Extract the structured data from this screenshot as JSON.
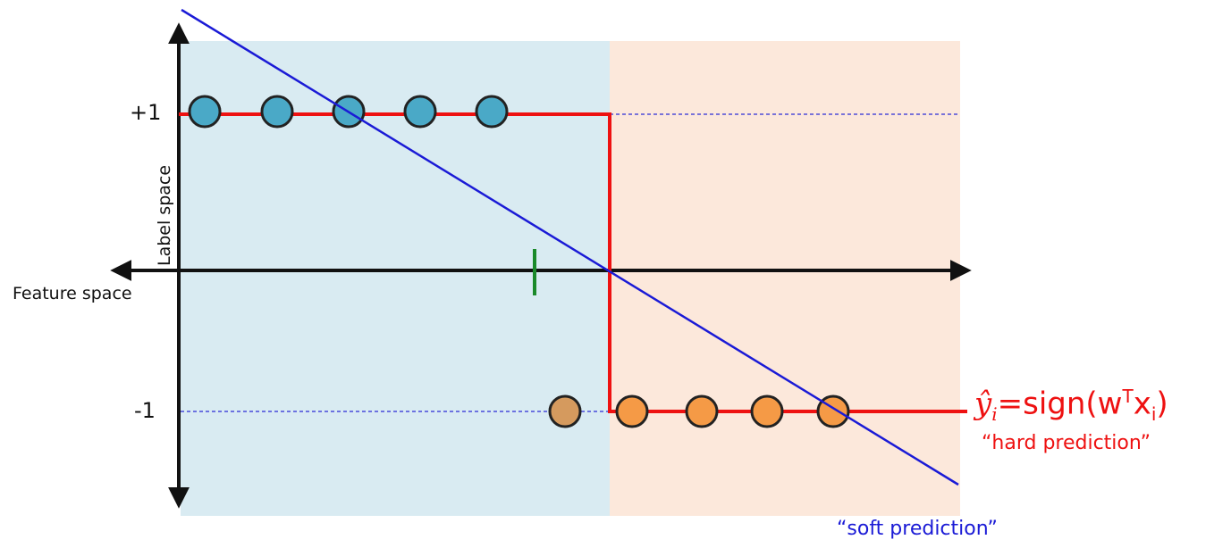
{
  "diagram": {
    "y_ticks": {
      "pos": "+1",
      "neg": "-1"
    },
    "y_axis_label": "Label space",
    "x_axis_label": "Feature space",
    "formula": {
      "yhat": "ŷ",
      "yhat_sub": "i",
      "eq": "=sign(w",
      "sup": "T",
      "x": "x",
      "x_sub": "i",
      "close": ")"
    },
    "hard_label": "“hard prediction”",
    "soft_label": "“soft prediction”",
    "colors": {
      "left_region": "#d9ebf2",
      "right_region": "#fce8db",
      "hard_prediction": "#ee1111",
      "soft_prediction": "#1a1ad6",
      "positive_point": "#4aa9c7",
      "negative_point": "#f59a46",
      "misclassified_point": "#d59a5e",
      "boundary_tick": "#1a8a2a"
    },
    "positive_points": 5,
    "negative_points": 4,
    "misclassified_points": 1
  }
}
